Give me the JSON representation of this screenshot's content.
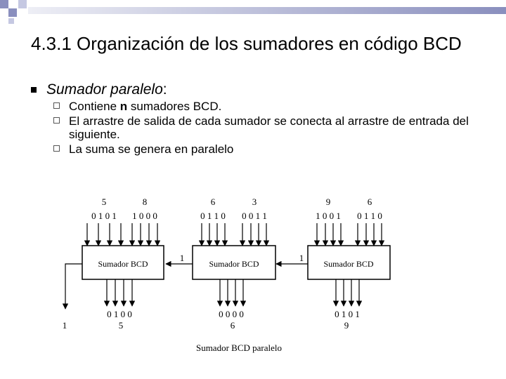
{
  "slide": {
    "title": "4.3.1 Organización de los sumadores en código BCD",
    "bullet": {
      "label": "Sumador paralelo",
      "colon": ":"
    },
    "subitems": [
      {
        "before": "Contiene ",
        "bold": "n",
        "after": " sumadores BCD."
      },
      {
        "text": "El arrastre de salida de cada sumador se conecta al arrastre de entrada del siguiente."
      },
      {
        "text": "La suma se genera en paralelo"
      }
    ]
  },
  "diagram": {
    "caption": "Sumador BCD paralelo",
    "block_label": "Sumador BCD",
    "blocks": [
      {
        "in_a_decimal": "5",
        "in_a_bits": "0 1 0 1",
        "in_b_decimal": "8",
        "in_b_bits": "1 0 0 0",
        "out_bits": "0 1 0 0",
        "out_decimal": "5"
      },
      {
        "in_a_decimal": "6",
        "in_a_bits": "0 1 1 0",
        "in_b_decimal": "3",
        "in_b_bits": "0 0 1 1",
        "out_bits": "0 0 0 0",
        "out_decimal": "6"
      },
      {
        "in_a_decimal": "9",
        "in_a_bits": "1 0 0 1",
        "in_b_decimal": "6",
        "in_b_bits": "0 1 1 0",
        "out_bits": "0 1 0 1",
        "out_decimal": "9"
      }
    ],
    "carries": [
      "1",
      "1"
    ],
    "final_carry": "1"
  }
}
